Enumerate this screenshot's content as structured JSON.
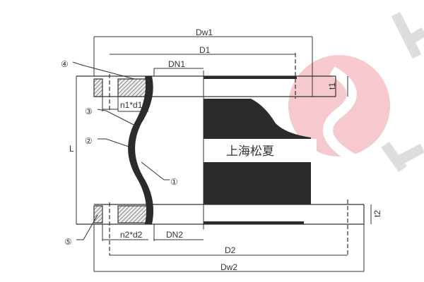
{
  "diagram": {
    "labels": {
      "dw1": "Dw1",
      "d1": "D1",
      "dn1": "DN1",
      "n1d1": "n1*d1",
      "t1": "t1",
      "l": "L",
      "center_text": "上海松夏",
      "dn2": "DN2",
      "n2d2": "n2*d2",
      "t2": "t2",
      "d2": "D2",
      "dw2": "Dw2"
    },
    "callouts": [
      "①",
      "②",
      "③",
      "④",
      "⑤"
    ],
    "colors": {
      "line": "#333333",
      "rubber": "#2b2b2b",
      "logo": "#f3c4c8",
      "logo_grey": "#d8d8d8"
    }
  }
}
